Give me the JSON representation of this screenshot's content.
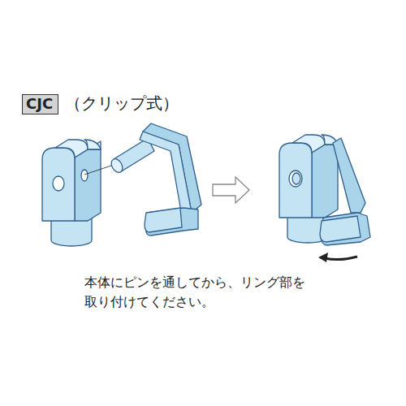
{
  "diagram": {
    "nodes": [
      {
        "text": [
          "CJC"
        ]
      }
    ],
    "labels": [
      "（クリップ式）",
      "本体にピンを通してから、リング部を 取り付けてください。"
    ]
  }
}
